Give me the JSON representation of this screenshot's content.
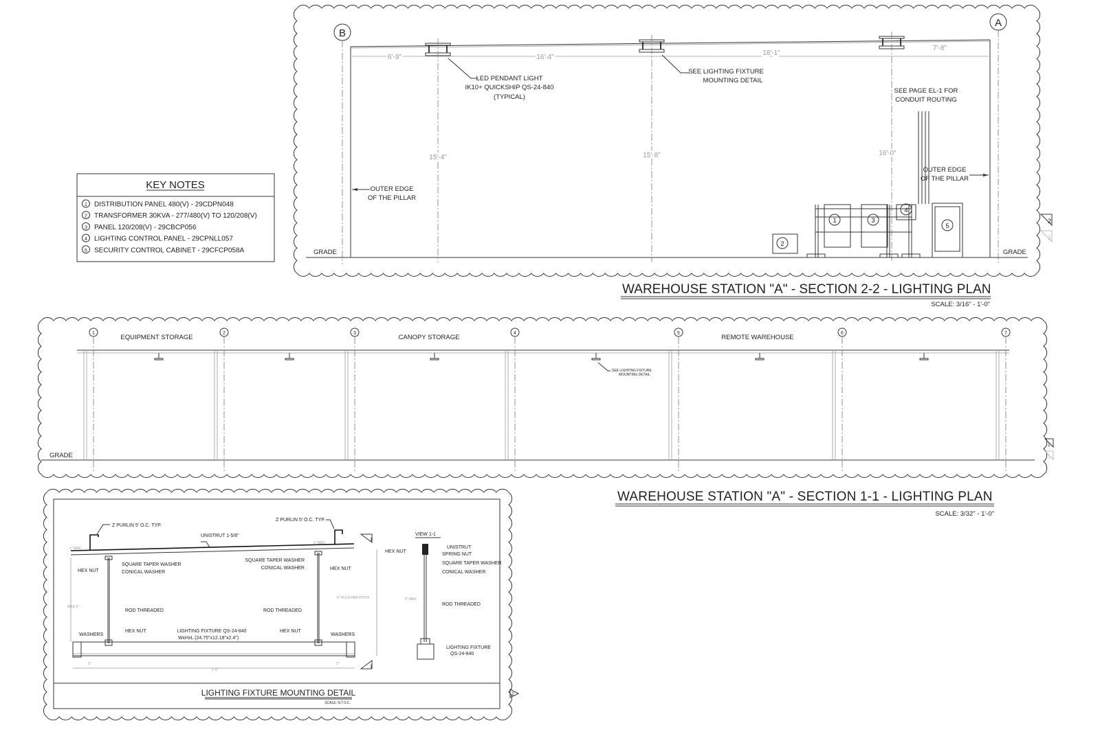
{
  "key_notes": {
    "title": "KEY NOTES",
    "items": [
      {
        "num": "1",
        "text": "DISTRIBUTION PANEL 480(V) - 29CDPN048"
      },
      {
        "num": "2",
        "text": "TRANSFORMER 30KVA - 277/480(V) TO 120/208(V)"
      },
      {
        "num": "3",
        "text": "PANEL 120/208(V) - 29CBCP056"
      },
      {
        "num": "4",
        "text": "LIGHTING CONTROL PANEL - 29CPNLL057"
      },
      {
        "num": "5",
        "text": "SECURITY CONTROL CABINET - 29CFCP058A"
      }
    ]
  },
  "section_2_2": {
    "title": "WAREHOUSE STATION \"A\" - SECTION 2-2 - LIGHTING PLAN",
    "scale": "SCALE: 3/16\" - 1'-0\"",
    "grid_left": "B",
    "grid_right": "A",
    "dims_horizontal": [
      "6'-9\"",
      "16'-4\"",
      "18'-1\"",
      "7'-8\""
    ],
    "dims_vertical": [
      "15'-4\"",
      "15'-8\"",
      "16'-0\""
    ],
    "note_pendant": [
      "LED PENDANT LIGHT",
      "IK10+ QUICKSHIP QS-24-840",
      "(TYPICAL)"
    ],
    "note_mounting": [
      "SEE LIGHTING FIXTURE",
      "MOUNTING DETAIL"
    ],
    "note_conduit": [
      "SEE PAGE EL-1 FOR",
      "CONDUIT ROUTING"
    ],
    "note_pillar_left": [
      "OUTER EDGE",
      "OF THE PILLAR"
    ],
    "note_pillar_right": [
      "OUTER EDGE",
      "OF THE PILLAR"
    ],
    "grade_left": "GRADE",
    "grade_right": "GRADE",
    "equipment_tags": [
      "1",
      "2",
      "3",
      "4",
      "5"
    ],
    "revision_tags": [
      "2",
      "1"
    ]
  },
  "section_1_1": {
    "title": "WAREHOUSE STATION \"A\" - SECTION 1-1 - LIGHTING PLAN",
    "scale": "SCALE: 3/32\" - 1'-0\"",
    "grid": [
      "1",
      "2",
      "3",
      "4",
      "5",
      "6",
      "7"
    ],
    "areas": [
      "EQUIPMENT STORAGE",
      "CANOPY STORAGE",
      "REMOTE WAREHOUSE"
    ],
    "note_mounting": [
      "SEE LIGHTING FIXTURE",
      "MOUNTING DETAIL"
    ],
    "grade": "GRADE",
    "revision_tags": [
      "2",
      "1"
    ]
  },
  "detail": {
    "title": "LIGHTING FIXTURE MOUNTING DETAIL",
    "scale": "SCALE: N.T.S.C.",
    "z_purlin_left": "Z PURLIN 5' O.C. TYP.",
    "z_purlin_right": "Z PURLIN 5' O.C. TYP.",
    "unistrut": "UNISTRUT 1-5/8\"",
    "one_max_left": "1\" MAX",
    "one_max_right": "1\" MAX",
    "hex_nut_tl": "HEX NUT",
    "square_washer_l": "SQUARE TAPER WASHER",
    "conical_washer_l": "CONICAL WASHER",
    "square_washer_r": "SQUARE TAPER WASHER",
    "conical_washer_r": "CONICAL WASHER",
    "hex_nut_tr": "HEX NUT",
    "max6": "MAX 6\"",
    "rod_l": "ROD THREADED",
    "rod_r": "ROD THREADED",
    "plus_pitch": "6\" PLUS PER PITCH",
    "washers_l": "WASHERS",
    "hex_nut_bl": "HEX NUT",
    "fixture": [
      "LIGHTING FIXTURE QS-24-840",
      "WxHxL (24.75\"x12.18\"x2.4\")"
    ],
    "hex_nut_br": "HEX NUT",
    "washers_r": "WASHERS",
    "dim_3_l": "3\"",
    "dim_3_r": "3\"",
    "dim_2": "2'-0\"",
    "section_mark": "1",
    "view": {
      "title": "VIEW 1-1",
      "hex_nut": "HEX NUT",
      "unistrut_spring": [
        "UNISTRUT",
        "SPRING NUT"
      ],
      "square_washer": "SQUARE TAPER WASHER",
      "conical_washer": "CONICAL WASHER",
      "six_max": "6\" MAX",
      "rod": "ROD THREADED",
      "fixture": [
        "LIGHTING FIXTURE",
        "QS-24-840"
      ]
    },
    "revision_tag": "2"
  }
}
